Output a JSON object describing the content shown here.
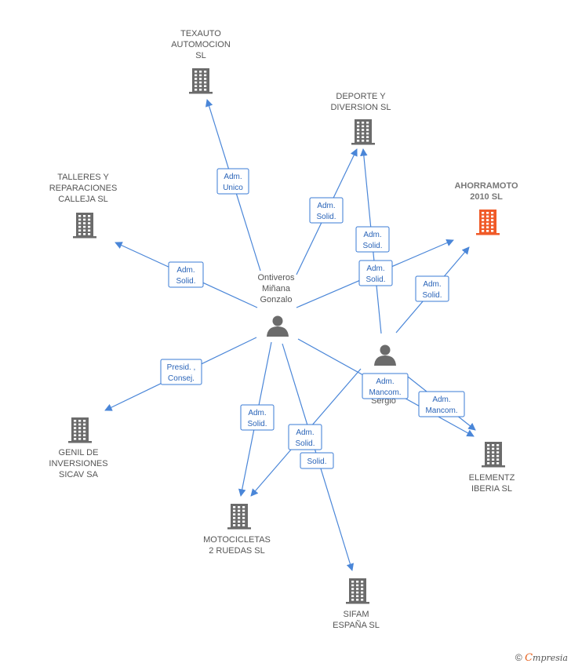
{
  "colors": {
    "edge": "#4a86d8",
    "company_icon": "#6b6b6b",
    "focus_company_icon": "#f05a28",
    "person_icon": "#6b6b6b",
    "label_box_border": "#3a7bd5",
    "label_text": "#2a64b8"
  },
  "nodes": {
    "texauto": {
      "type": "company",
      "icon": "building-icon",
      "label_lines": [
        "TEXAUTO",
        "AUTOMOCION",
        "SL"
      ]
    },
    "deporte": {
      "type": "company",
      "icon": "building-icon",
      "label_lines": [
        "DEPORTE Y",
        "DIVERSION SL"
      ]
    },
    "ahorramoto": {
      "type": "company",
      "icon": "building-icon",
      "focus": true,
      "label_lines": [
        "AHORRAMOTO",
        "2010 SL"
      ]
    },
    "talleres": {
      "type": "company",
      "icon": "building-icon",
      "label_lines": [
        "TALLERES Y",
        "REPARACIONES",
        "CALLEJA  SL"
      ]
    },
    "genil": {
      "type": "company",
      "icon": "building-icon",
      "label_lines": [
        "GENIL DE",
        "INVERSIONES",
        "SICAV SA"
      ]
    },
    "motocicletas": {
      "type": "company",
      "icon": "building-icon",
      "label_lines": [
        "MOTOCICLETAS",
        "2 RUEDAS  SL"
      ]
    },
    "sifam": {
      "type": "company",
      "icon": "building-icon",
      "label_lines": [
        "SIFAM",
        "ESPAÑA SL"
      ]
    },
    "elementz": {
      "type": "company",
      "icon": "building-icon",
      "label_lines": [
        "ELEMENTZ",
        "IBERIA SL"
      ]
    },
    "onti": {
      "type": "person",
      "icon": "person-icon",
      "label_lines": [
        "Ontiveros",
        "Miñana",
        "Gonzalo"
      ]
    },
    "sergio": {
      "type": "person",
      "icon": "person-icon",
      "label_lines": [
        "Sergio"
      ]
    }
  },
  "relations": [
    {
      "from": "onti",
      "to": "texauto",
      "lines": [
        "Adm.",
        "Unico"
      ]
    },
    {
      "from": "onti",
      "to": "deporte",
      "lines": [
        "Adm.",
        "Solid."
      ]
    },
    {
      "from": "sergio",
      "to": "deporte",
      "lines": [
        "Adm.",
        "Solid."
      ]
    },
    {
      "from": "onti",
      "to": "ahorramoto",
      "lines": [
        "Adm.",
        "Solid."
      ]
    },
    {
      "from": "sergio",
      "to": "ahorramoto",
      "lines": [
        "Adm.",
        "Solid."
      ]
    },
    {
      "from": "onti",
      "to": "talleres",
      "lines": [
        "Adm.",
        "Solid."
      ]
    },
    {
      "from": "onti",
      "to": "genil",
      "lines": [
        "Presid. ,",
        "Consej."
      ]
    },
    {
      "from": "onti",
      "to": "motocicletas",
      "lines": [
        "Adm.",
        "Solid."
      ]
    },
    {
      "from": "sergio",
      "to": "motocicletas",
      "lines": [
        "Adm.",
        "Solid."
      ]
    },
    {
      "from": "onti",
      "to": "sifam",
      "lines": [
        "Solid."
      ]
    },
    {
      "from": "onti",
      "to": "elementz",
      "lines": [
        "Adm.",
        "Mancom."
      ]
    },
    {
      "from": "sergio",
      "to": "elementz",
      "lines": [
        "Adm.",
        "Mancom."
      ]
    }
  ],
  "footer": {
    "copyright_symbol": "©",
    "brand_first": "C",
    "brand_rest": "mpresia"
  }
}
